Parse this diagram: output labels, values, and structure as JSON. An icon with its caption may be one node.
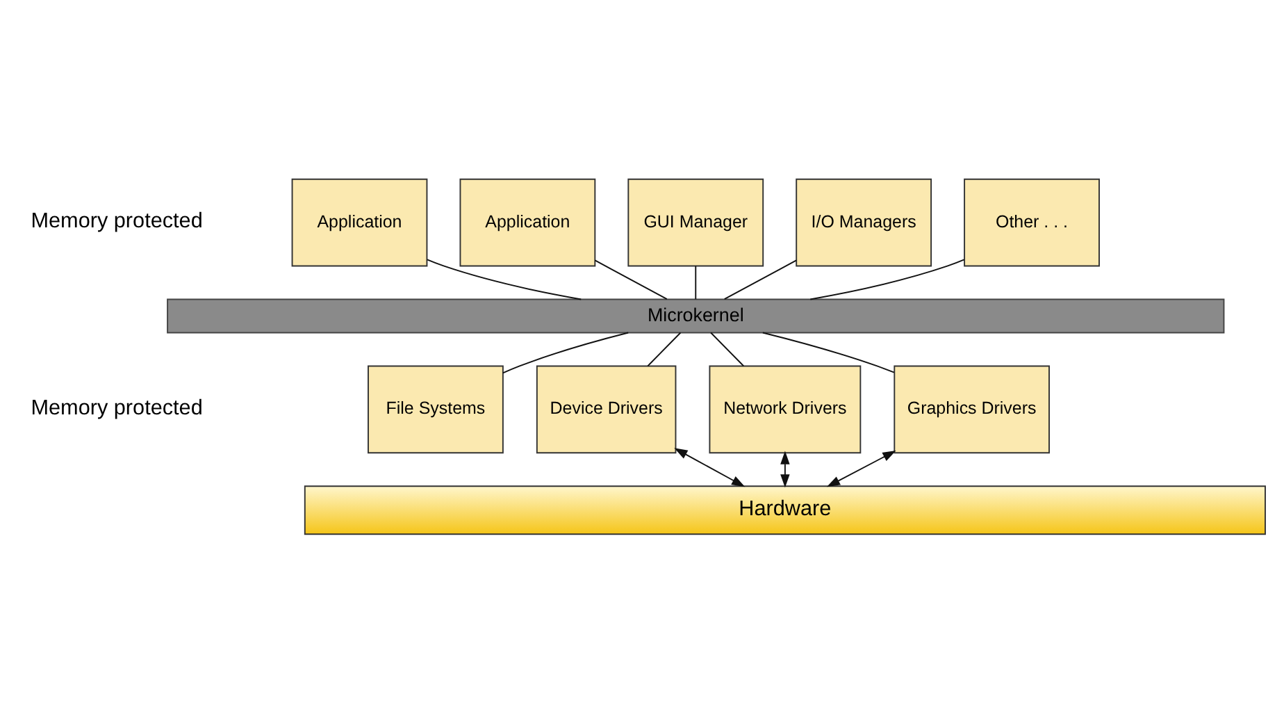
{
  "diagram": {
    "nodes": [
      {
        "text": [
          "Application"
        ]
      },
      {
        "text": [
          "Application"
        ]
      },
      {
        "text": [
          "GUI Manager"
        ]
      },
      {
        "text": [
          "I/O Managers"
        ]
      },
      {
        "text": [
          "Other . . ."
        ]
      },
      {
        "text": [
          "Microkernel"
        ]
      },
      {
        "text": [
          "File Systems"
        ]
      },
      {
        "text": [
          "Device Drivers"
        ]
      },
      {
        "text": [
          "Network Drivers"
        ]
      },
      {
        "text": [
          "Graphics Drivers"
        ]
      },
      {
        "text": [
          "Hardware"
        ]
      }
    ],
    "edges": [
      {
        "from": 0,
        "to": 5,
        "arrow": "none"
      },
      {
        "from": 1,
        "to": 5,
        "arrow": "none"
      },
      {
        "from": 2,
        "to": 5,
        "arrow": "none"
      },
      {
        "from": 3,
        "to": 5,
        "arrow": "none"
      },
      {
        "from": 4,
        "to": 5,
        "arrow": "none"
      },
      {
        "from": 5,
        "to": 6,
        "arrow": "none"
      },
      {
        "from": 5,
        "to": 7,
        "arrow": "none"
      },
      {
        "from": 5,
        "to": 8,
        "arrow": "none"
      },
      {
        "from": 5,
        "to": 9,
        "arrow": "none"
      },
      {
        "from": 7,
        "to": 10,
        "arrow": "both"
      },
      {
        "from": 8,
        "to": 10,
        "arrow": "both"
      },
      {
        "from": 9,
        "to": 10,
        "arrow": "both"
      }
    ],
    "labels": [
      "Memory protected",
      "Memory protected"
    ]
  }
}
